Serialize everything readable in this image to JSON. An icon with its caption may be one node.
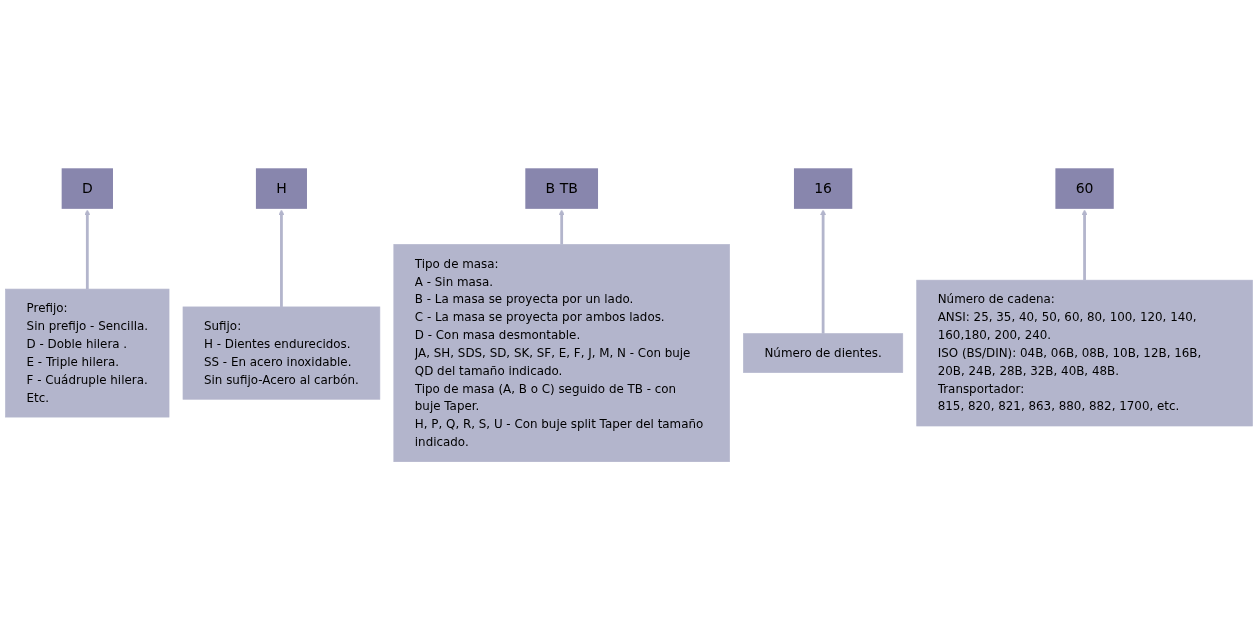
{
  "diagram": {
    "nodes": [
      {
        "text": [
          "Prefijo:",
          "Sin prefijo - Sencilla.",
          "D - Doble hilera .",
          "E - Triple hilera.",
          "F - Cuádruple hilera.",
          "Etc."
        ]
      },
      {
        "text": [
          "D"
        ]
      },
      {
        "text": [
          "60"
        ]
      },
      {
        "text": [
          "B TB"
        ]
      },
      {
        "text": [
          "16"
        ]
      },
      {
        "text": [
          "H"
        ]
      },
      {
        "text": [
          "Sufijo:",
          "H - Dientes endurecidos.",
          "SS - En acero inoxidable.",
          "Sin sufijo-Acero al carbón."
        ]
      },
      {
        "text": [
          "Tipo de masa:",
          "A - Sin masa.",
          "B - La masa se proyecta por un lado.",
          "C - La masa se proyecta por ambos lados.",
          "D - Con masa desmontable.",
          "JA, SH, SDS, SD, SK, SF, E, F, J, M, N - Con buje QD del tamaño indicado.",
          "Tipo de masa (A, B o C) seguido de TB - con buje Taper.",
          "H, P, Q, R, S, U - Con buje split Taper del tamaño indicado."
        ]
      },
      {
        "text": [
          "Número de dientes."
        ]
      },
      {
        "text": [
          "Número de cadena:",
          "ANSI: 25, 35, 40, 50, 60, 80, 100, 120, 140, 160,180, 200, 240.",
          "ISO (BS/DIN): 04B, 06B, 08B, 10B, 12B, 16B, 20B, 24B, 28B, 32B, 40B, 48B.",
          "Transportador:",
          "815, 820, 821, 863, 880, 882, 1700, etc."
        ]
      }
    ],
    "edges": [
      {
        "from": 0,
        "to": 1,
        "arrow": "to"
      },
      {
        "from": 9,
        "to": 2,
        "arrow": "to"
      },
      {
        "from": 7,
        "to": 3,
        "arrow": "to"
      },
      {
        "from": 8,
        "to": 4,
        "arrow": "to"
      },
      {
        "from": 6,
        "to": 5,
        "arrow": "to"
      }
    ]
  }
}
